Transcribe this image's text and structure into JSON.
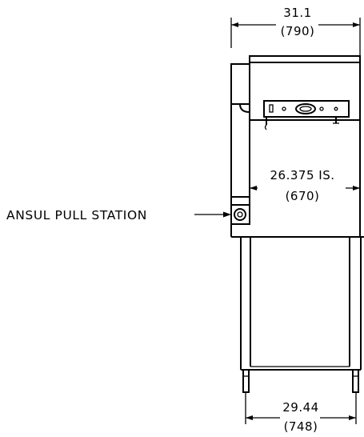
{
  "dimensions": {
    "top_width": {
      "value": "31.1",
      "metric": "(790)"
    },
    "inner_width": {
      "value": "26.375 IS.",
      "metric": "(670)"
    },
    "bottom_width": {
      "value": "29.44",
      "metric": "(748)"
    }
  },
  "callouts": {
    "pull_station": "ANSUL PULL STATION"
  },
  "colors": {
    "line": "#000000",
    "background": "#ffffff"
  }
}
